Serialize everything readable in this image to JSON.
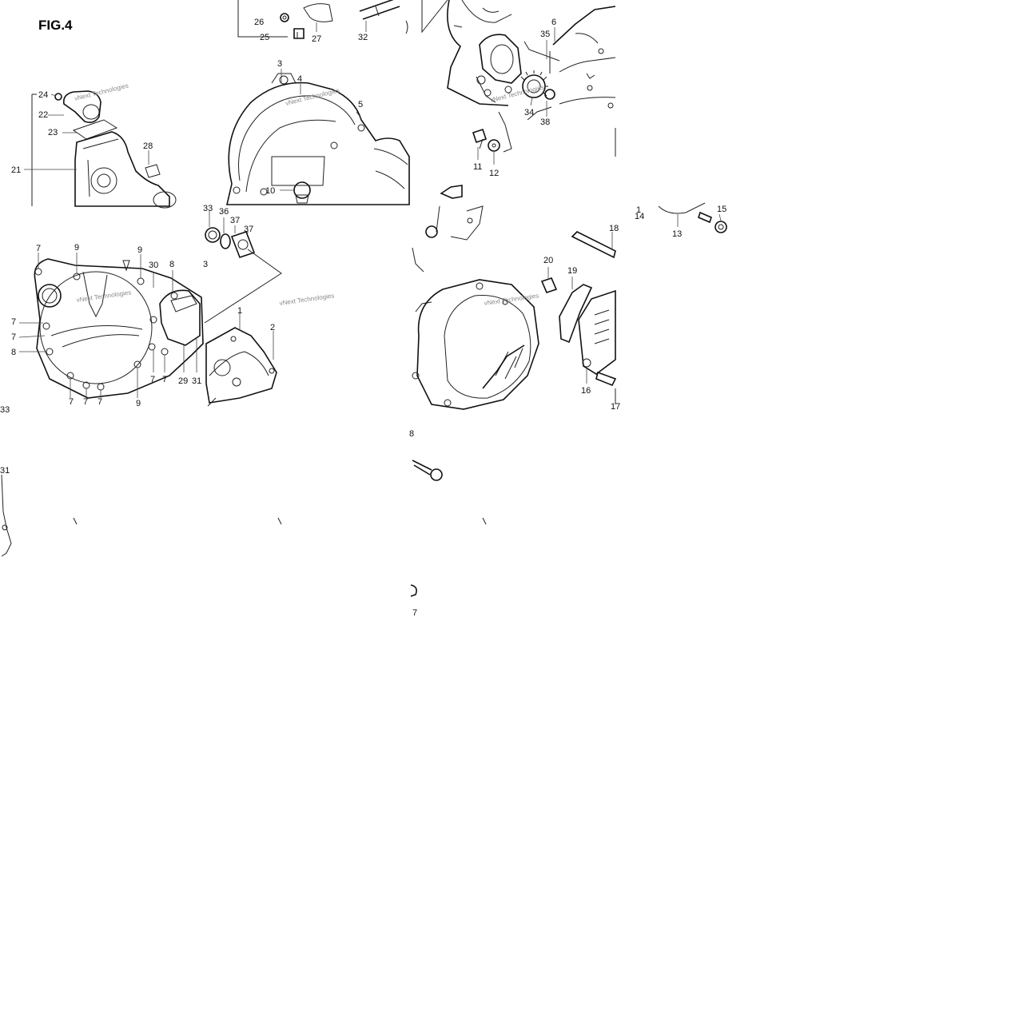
{
  "figure": {
    "title": "FIG.4",
    "watermark": "vNext Technologies",
    "callouts": [
      {
        "id": "c24",
        "text": "24"
      },
      {
        "id": "c22",
        "text": "22"
      },
      {
        "id": "c23",
        "text": "23"
      },
      {
        "id": "c21",
        "text": "21"
      },
      {
        "id": "c28",
        "text": "28"
      },
      {
        "id": "c26",
        "text": "26"
      },
      {
        "id": "c25",
        "text": "25"
      },
      {
        "id": "c27",
        "text": "27"
      },
      {
        "id": "c32",
        "text": "32"
      },
      {
        "id": "c3a",
        "text": "3"
      },
      {
        "id": "c4",
        "text": "4"
      },
      {
        "id": "c5",
        "text": "5"
      },
      {
        "id": "c10",
        "text": "10"
      },
      {
        "id": "c6",
        "text": "6"
      },
      {
        "id": "c35",
        "text": "35"
      },
      {
        "id": "c34",
        "text": "34"
      },
      {
        "id": "c38",
        "text": "38"
      },
      {
        "id": "c11",
        "text": "11"
      },
      {
        "id": "c12",
        "text": "12"
      },
      {
        "id": "c33a",
        "text": "33"
      },
      {
        "id": "c36",
        "text": "36"
      },
      {
        "id": "c37a",
        "text": "37"
      },
      {
        "id": "c37b",
        "text": "37"
      },
      {
        "id": "c3b",
        "text": "3"
      },
      {
        "id": "c7a",
        "text": "7"
      },
      {
        "id": "c9a",
        "text": "9"
      },
      {
        "id": "c9b",
        "text": "9"
      },
      {
        "id": "c30",
        "text": "30"
      },
      {
        "id": "c8a",
        "text": "8"
      },
      {
        "id": "c7b",
        "text": "7"
      },
      {
        "id": "c7c",
        "text": "7"
      },
      {
        "id": "c8b",
        "text": "8"
      },
      {
        "id": "c7d",
        "text": "7"
      },
      {
        "id": "c7e",
        "text": "7"
      },
      {
        "id": "c7f",
        "text": "7"
      },
      {
        "id": "c9c",
        "text": "9"
      },
      {
        "id": "c7g",
        "text": "7"
      },
      {
        "id": "c7h",
        "text": "7"
      },
      {
        "id": "c29",
        "text": "29"
      },
      {
        "id": "c31a",
        "text": "31"
      },
      {
        "id": "c1a",
        "text": "1"
      },
      {
        "id": "c2",
        "text": "2"
      },
      {
        "id": "c20",
        "text": "20"
      },
      {
        "id": "c19",
        "text": "19"
      },
      {
        "id": "c18",
        "text": "18"
      },
      {
        "id": "c16",
        "text": "16"
      },
      {
        "id": "c17a",
        "text": "17"
      },
      {
        "id": "c1b",
        "text": "1"
      },
      {
        "id": "c14",
        "text": "14"
      },
      {
        "id": "c13",
        "text": "13"
      },
      {
        "id": "c15",
        "text": "15"
      },
      {
        "id": "c33b",
        "text": "33"
      },
      {
        "id": "c31b",
        "text": "31"
      },
      {
        "id": "c8c",
        "text": "8"
      },
      {
        "id": "c17b",
        "text": "7"
      }
    ]
  }
}
